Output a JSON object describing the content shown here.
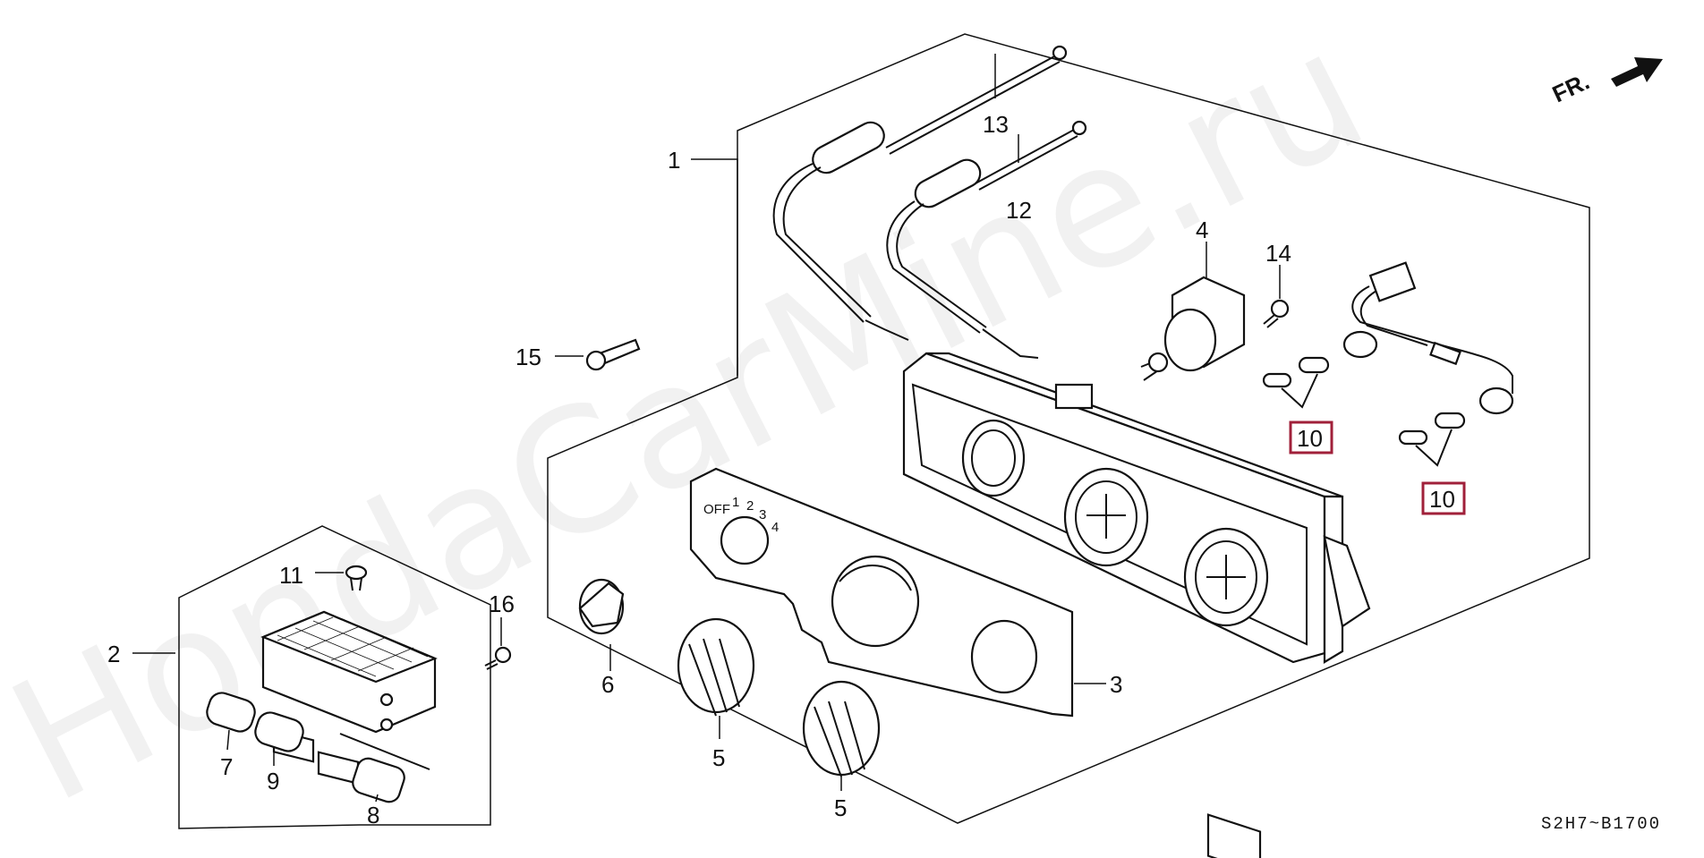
{
  "watermark": "HondaCarMine.ru",
  "direction_label": "FR.",
  "diagram_code": "S2H7~B1700",
  "fan_speed_labels": [
    "OFF",
    "1",
    "2",
    "3",
    "4"
  ],
  "callouts": {
    "c1": "1",
    "c2": "2",
    "c3": "3",
    "c4": "4",
    "c5a": "5",
    "c5b": "5",
    "c6": "6",
    "c7": "7",
    "c8": "8",
    "c9": "9",
    "c10a": "10",
    "c10b": "10",
    "c11": "11",
    "c12": "12",
    "c13": "13",
    "c14": "14",
    "c15": "15",
    "c16": "16"
  },
  "colors": {
    "highlight_box": "#a0203a",
    "line": "#111111",
    "watermark": "#d9d9d9"
  }
}
